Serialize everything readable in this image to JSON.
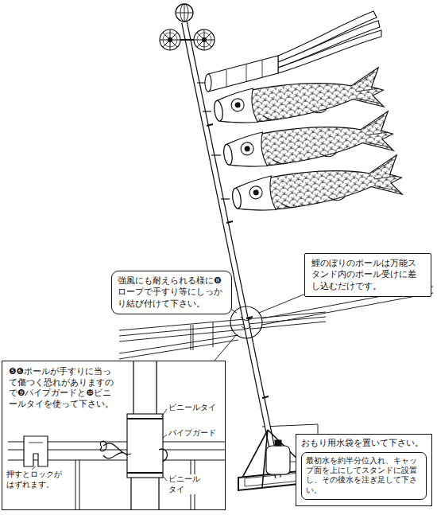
{
  "diagram": {
    "nodes": [
      {
        "text": [
          "強風にも耐えられる様に❽ロープで手すり等にしっかり結び付けて下さい。"
        ]
      },
      {
        "text": [
          "鯉のぼりのポールは万能スタンド内のポール受けに差し込むだけです。"
        ]
      },
      {
        "text": [
          "❺❻ポールが手すりに当って傷つく恐れがありますので❾パイプガードと❿ビニールタイを使って下さい。"
        ]
      },
      {
        "text": [
          "おもり用水袋を置いて下さい。"
        ]
      },
      {
        "text": [
          "最初水を約半分位入れ、キャップ面を上にしてスタンドに設置し、その後水を注ぎ足して下さい。"
        ],
        "in": 3
      }
    ],
    "labels": [
      "ビニールタイ",
      "パイプガード",
      "押すとロックがはずれます。",
      "ビニールタイ"
    ]
  }
}
